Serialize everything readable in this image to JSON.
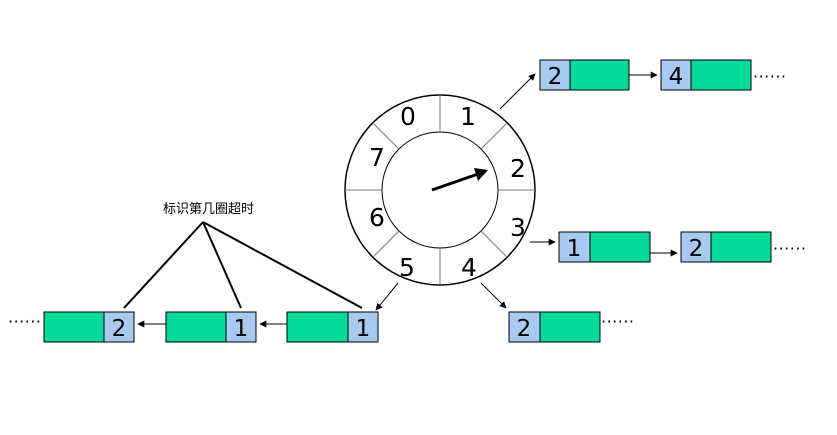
{
  "wheel": {
    "slots": [
      "0",
      "1",
      "2",
      "3",
      "4",
      "5",
      "6",
      "7"
    ]
  },
  "annotation": {
    "text": "标识第几圈超时"
  },
  "lists": {
    "slot1": [
      "2",
      "4"
    ],
    "slot3": [
      "1",
      "2"
    ],
    "slot4": [
      "2"
    ],
    "slot5": [
      "1",
      "1",
      "2"
    ]
  },
  "continuation": "······",
  "colors": {
    "count_cell": "#a6caf0",
    "payload_cell": "#00d99a",
    "stroke": "#000000"
  }
}
